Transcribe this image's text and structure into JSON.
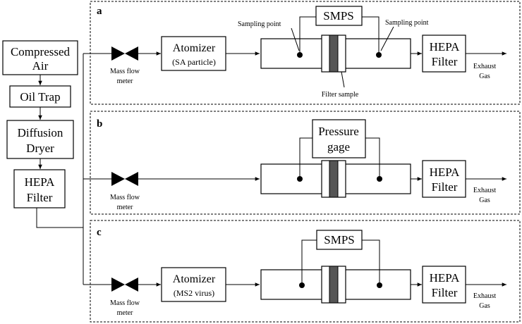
{
  "source_chain": {
    "compressed_air": [
      "Compressed",
      "Air"
    ],
    "oil_trap": "Oil Trap",
    "diffusion_dryer": [
      "Diffusion",
      "Dryer"
    ],
    "hepa": [
      "HEPA",
      "Filter"
    ]
  },
  "panels": [
    {
      "letter": "a",
      "mass_flow": [
        "Mass flow",
        "meter"
      ],
      "atomizer": [
        "Atomizer",
        "(SA particle)"
      ],
      "instrument": [
        "SMPS"
      ],
      "sampling_left": "Sampling point",
      "sampling_right": "Sampling point",
      "filter_sample": "Filter sample",
      "hepa": [
        "HEPA",
        "Filter"
      ],
      "exhaust": [
        "Exhaust",
        "Gas"
      ]
    },
    {
      "letter": "b",
      "mass_flow": [
        "Mass flow",
        "meter"
      ],
      "instrument": [
        "Pressure",
        "gage"
      ],
      "hepa": [
        "HEPA",
        "Filter"
      ],
      "exhaust": [
        "Exhaust",
        "Gas"
      ]
    },
    {
      "letter": "c",
      "mass_flow": [
        "Mass flow",
        "meter"
      ],
      "atomizer": [
        "Atomizer",
        "(MS2 virus)"
      ],
      "instrument": [
        "SMPS"
      ],
      "hepa": [
        "HEPA",
        "Filter"
      ],
      "exhaust": [
        "Exhaust",
        "Gas"
      ]
    }
  ]
}
